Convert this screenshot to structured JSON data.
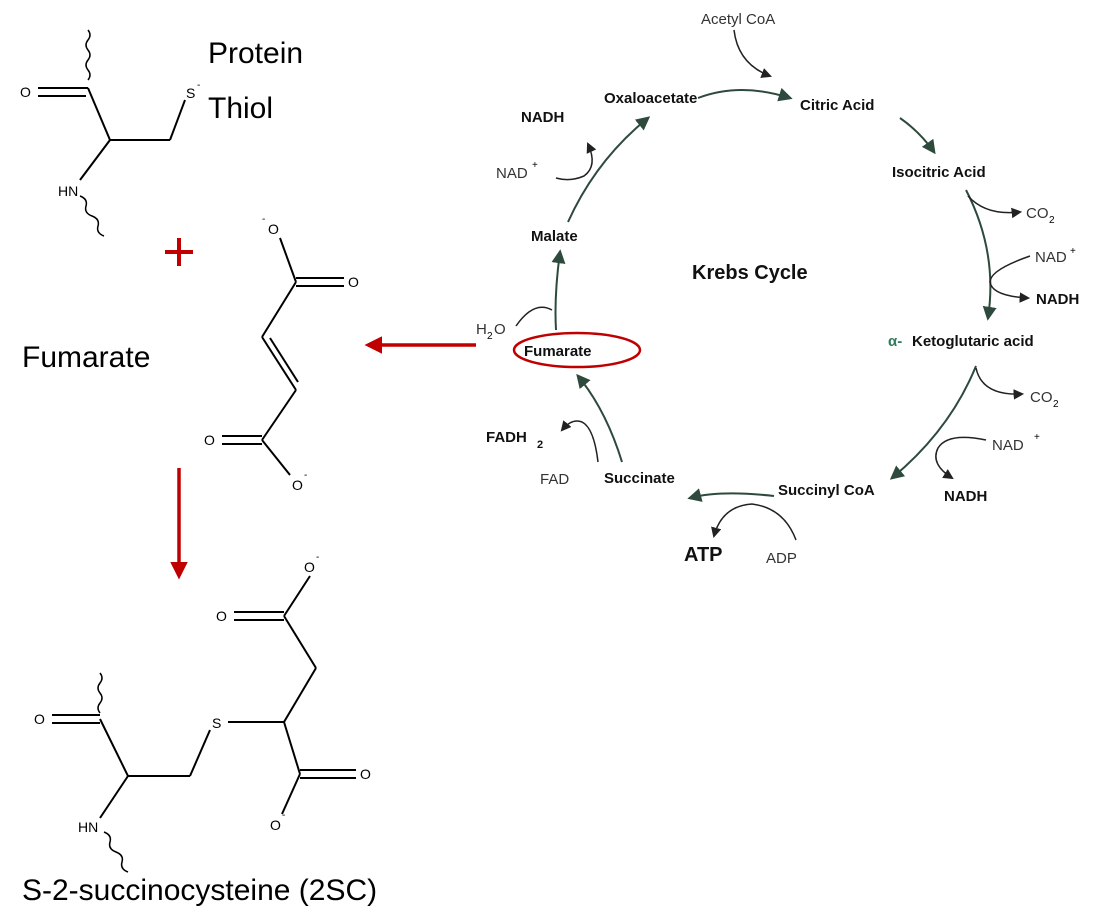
{
  "labels": {
    "protein_thiol_line1": "Protein",
    "protein_thiol_line2": "Thiol",
    "plus": "+",
    "fumarate": "Fumarate",
    "product": "S-2-succinocysteine (2SC)"
  },
  "atoms": {
    "o": "O",
    "s": "S",
    "hn": "HN",
    "minus": "-"
  },
  "krebs": {
    "title": "Krebs Cycle",
    "acetyl_coa": "Acetyl CoA",
    "citric_acid": "Citric Acid",
    "isocitric_acid": "Isocitric Acid",
    "alpha": "α-",
    "ketoglutaric_acid": "Ketoglutaric acid",
    "succinyl_coa": "Succinyl CoA",
    "succinate": "Succinate",
    "fumarate": "Fumarate",
    "malate": "Malate",
    "oxaloacetate": "Oxaloacetate",
    "co2_a": "CO",
    "co2_a_sub": "2",
    "co2_b": "CO",
    "co2_b_sub": "2",
    "nad_a": "NAD",
    "nad_a_sup": "+",
    "nadh_a": "NADH",
    "nad_b": "NAD",
    "nad_b_sup": "+",
    "nadh_b": "NADH",
    "nad_c": "NAD",
    "nad_c_sup": "+",
    "nadh_c": "NADH",
    "adp": "ADP",
    "atp": "ATP",
    "fad": "FAD",
    "fadh2": "FADH",
    "fadh2_sub": "2",
    "h2o": "H",
    "h2o_sub": "2",
    "h2o_end": "O"
  },
  "colors": {
    "highlight": "#c00000",
    "cycle_arrow": "#2e4a3c",
    "alpha_symbol": "#2e7d5b"
  }
}
